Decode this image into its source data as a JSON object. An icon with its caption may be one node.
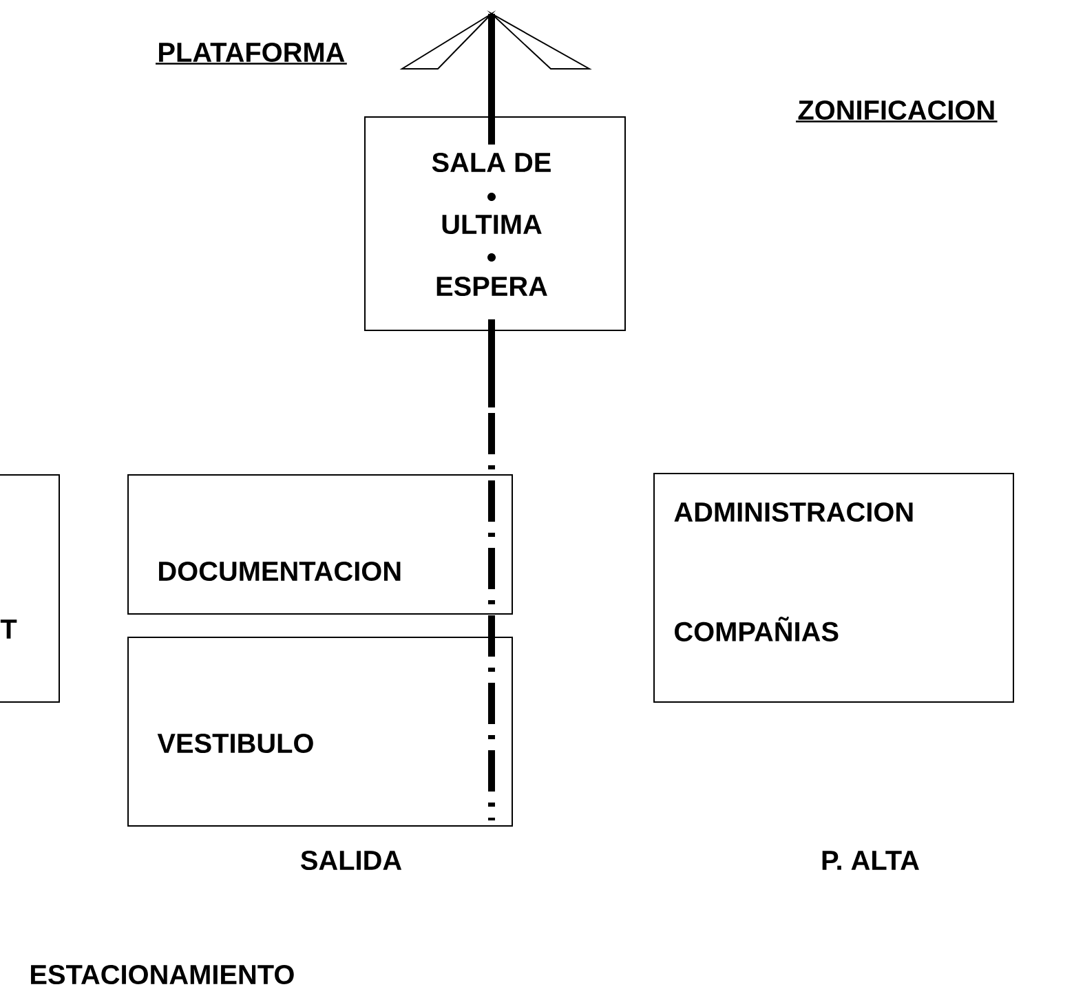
{
  "diagram": {
    "nodes": [
      {
        "text": [
          "SALA DE ULTIMA ESPERA"
        ]
      },
      {
        "text": [
          "T"
        ]
      },
      {
        "text": [
          "DOCUMENTACION"
        ]
      },
      {
        "text": [
          "VESTIBULO"
        ]
      },
      {
        "text": [
          "ADMINISTRACION",
          "COMPAÑIAS"
        ]
      }
    ],
    "labels": [
      "PLATAFORMA",
      "ZONIFICACION",
      "SALIDA",
      "P. ALTA",
      "ESTACIONAMIENTO"
    ]
  }
}
